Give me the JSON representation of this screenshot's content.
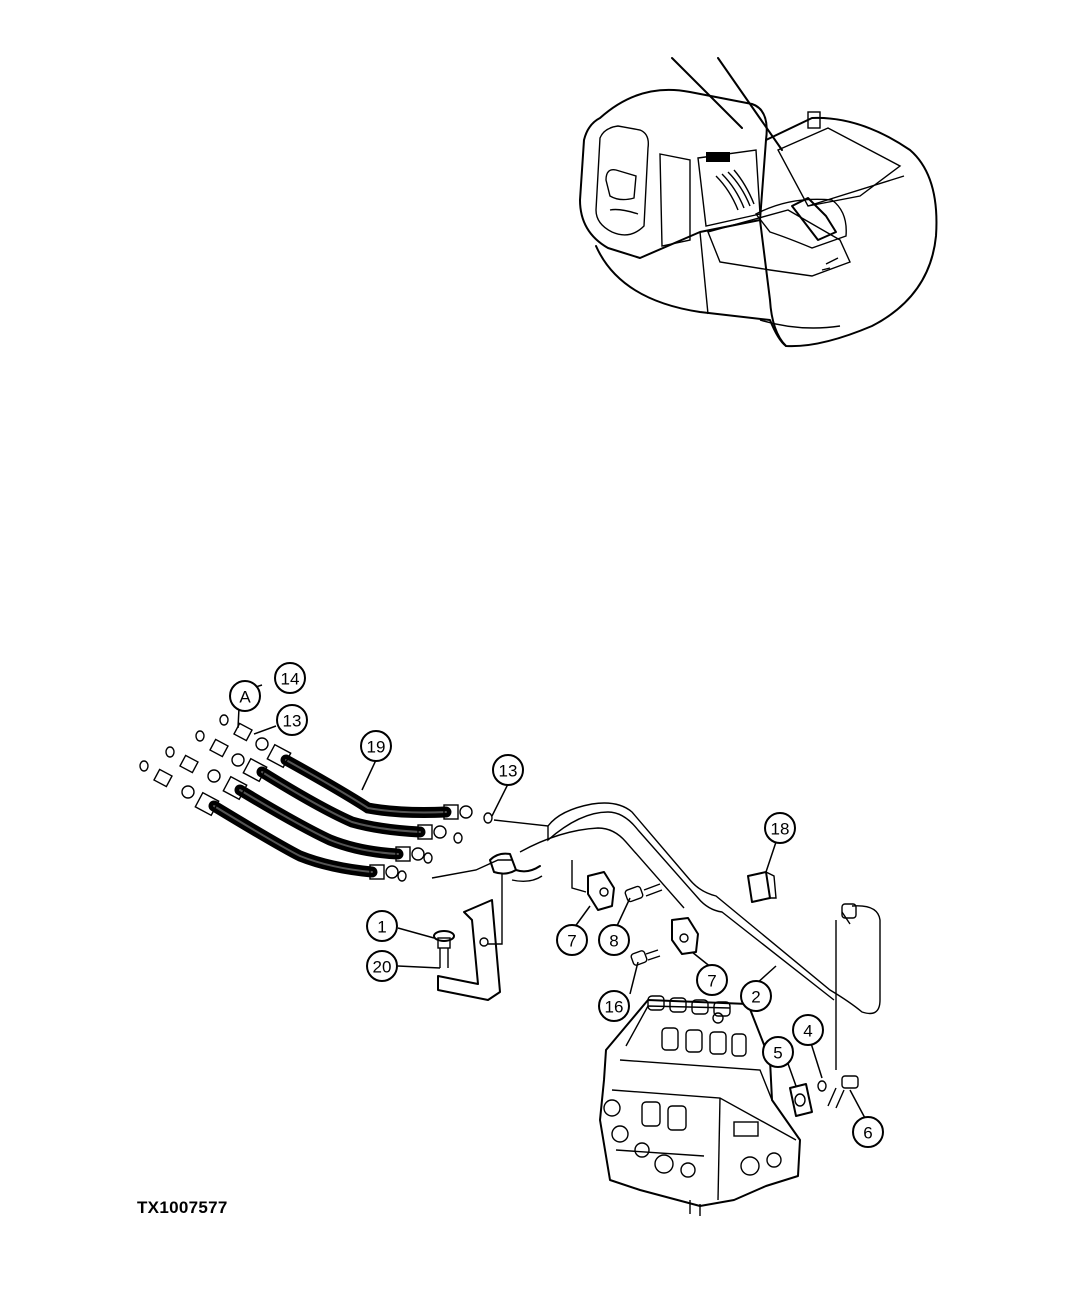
{
  "figure_id": "TX1007577",
  "view_label": "A",
  "callouts": [
    {
      "id": "c1",
      "label": "1"
    },
    {
      "id": "c2",
      "label": "2"
    },
    {
      "id": "c4",
      "label": "4"
    },
    {
      "id": "c5",
      "label": "5"
    },
    {
      "id": "c6",
      "label": "6"
    },
    {
      "id": "c7a",
      "label": "7"
    },
    {
      "id": "c7b",
      "label": "7"
    },
    {
      "id": "c8",
      "label": "8"
    },
    {
      "id": "c13a",
      "label": "13"
    },
    {
      "id": "c13b",
      "label": "13"
    },
    {
      "id": "c14",
      "label": "14"
    },
    {
      "id": "c16",
      "label": "16"
    },
    {
      "id": "c18",
      "label": "18"
    },
    {
      "id": "c19",
      "label": "19"
    },
    {
      "id": "c20",
      "label": "20"
    }
  ]
}
